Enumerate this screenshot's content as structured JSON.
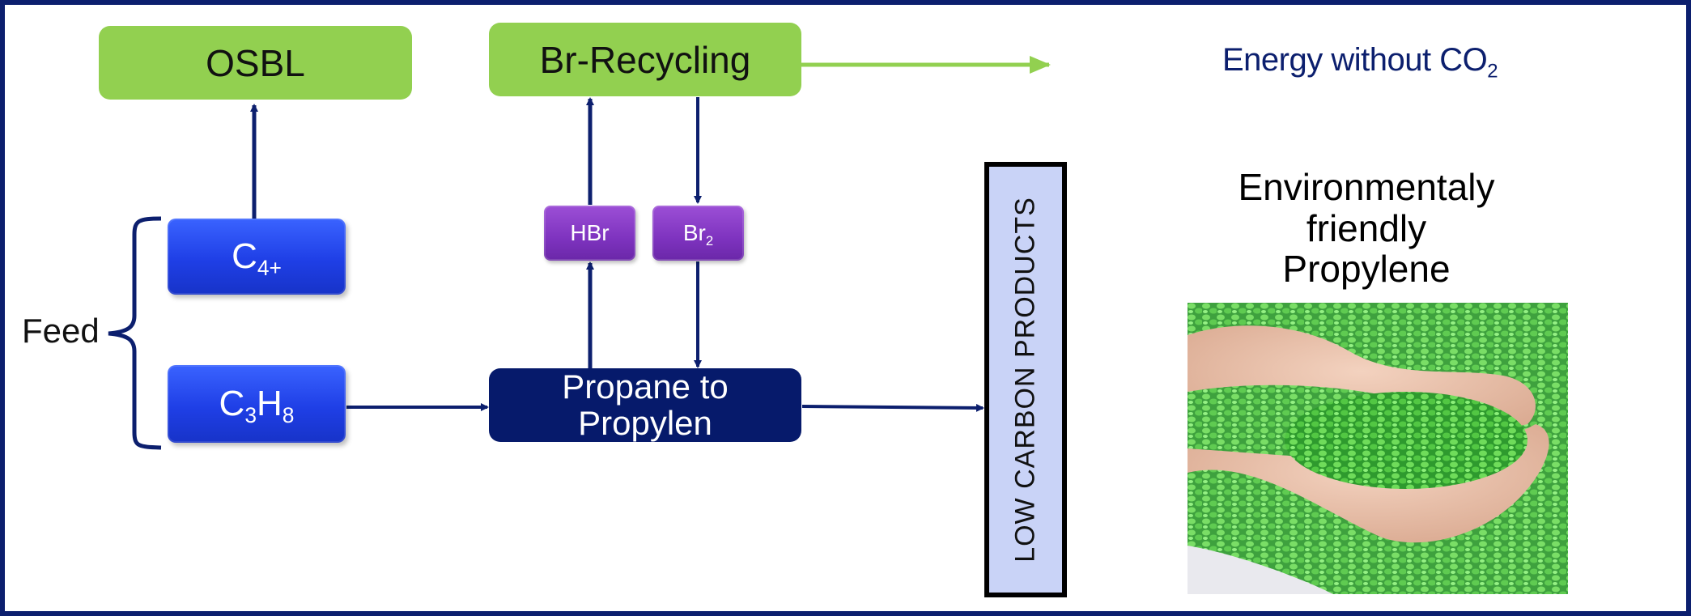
{
  "osbl": {
    "label": "OSBL"
  },
  "br_recycling": {
    "label": "Br-Recycling"
  },
  "energy": {
    "text": "Energy without CO",
    "sub": "2"
  },
  "feed": {
    "label": "Feed"
  },
  "c4": {
    "main": "C",
    "sub": "4+"
  },
  "c3h8": {
    "c": "C",
    "sub1": "3",
    "h": "H",
    "sub2": "8"
  },
  "hbr": {
    "label": "HBr"
  },
  "br2": {
    "main": "Br",
    "sub": "2"
  },
  "propane": {
    "line1": "Propane to",
    "line2": "Propylen"
  },
  "low_carbon": {
    "label": "LOW CARBON PRODUCTS"
  },
  "env": {
    "line1": "Environmentaly",
    "line2": "friendly",
    "line3": "Propylene"
  },
  "colors": {
    "frame": "#0c1f6e",
    "green": "#92d050",
    "navy": "#061a6b",
    "blue": "#1f3fe6",
    "purple": "#7e33bf",
    "low_carbon_fill": "#c9d3f7"
  }
}
